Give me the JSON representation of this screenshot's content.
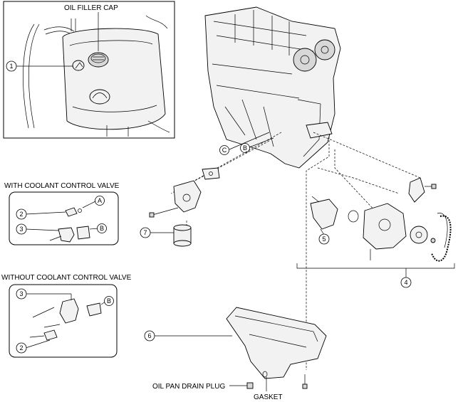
{
  "labels": {
    "oil_filler_cap": "OIL FILLER CAP",
    "with_coolant_control_valve": "WITH COOLANT CONTROL VALVE",
    "without_coolant_control_valve": "WITHOUT COOLANT CONTROL VALVE",
    "oil_pan_drain_plug": "OIL PAN DRAIN PLUG",
    "gasket": "GASKET"
  },
  "callouts": {
    "n1": "1",
    "n2a": "2",
    "n3a": "3",
    "n3b": "3",
    "n2b": "2",
    "n4": "4",
    "n5": "5",
    "n6": "6",
    "n7": "7"
  },
  "refs": {
    "a_main": "A",
    "b_with": "B",
    "b_without": "B",
    "c_engine": "C",
    "b_engine": "B"
  }
}
